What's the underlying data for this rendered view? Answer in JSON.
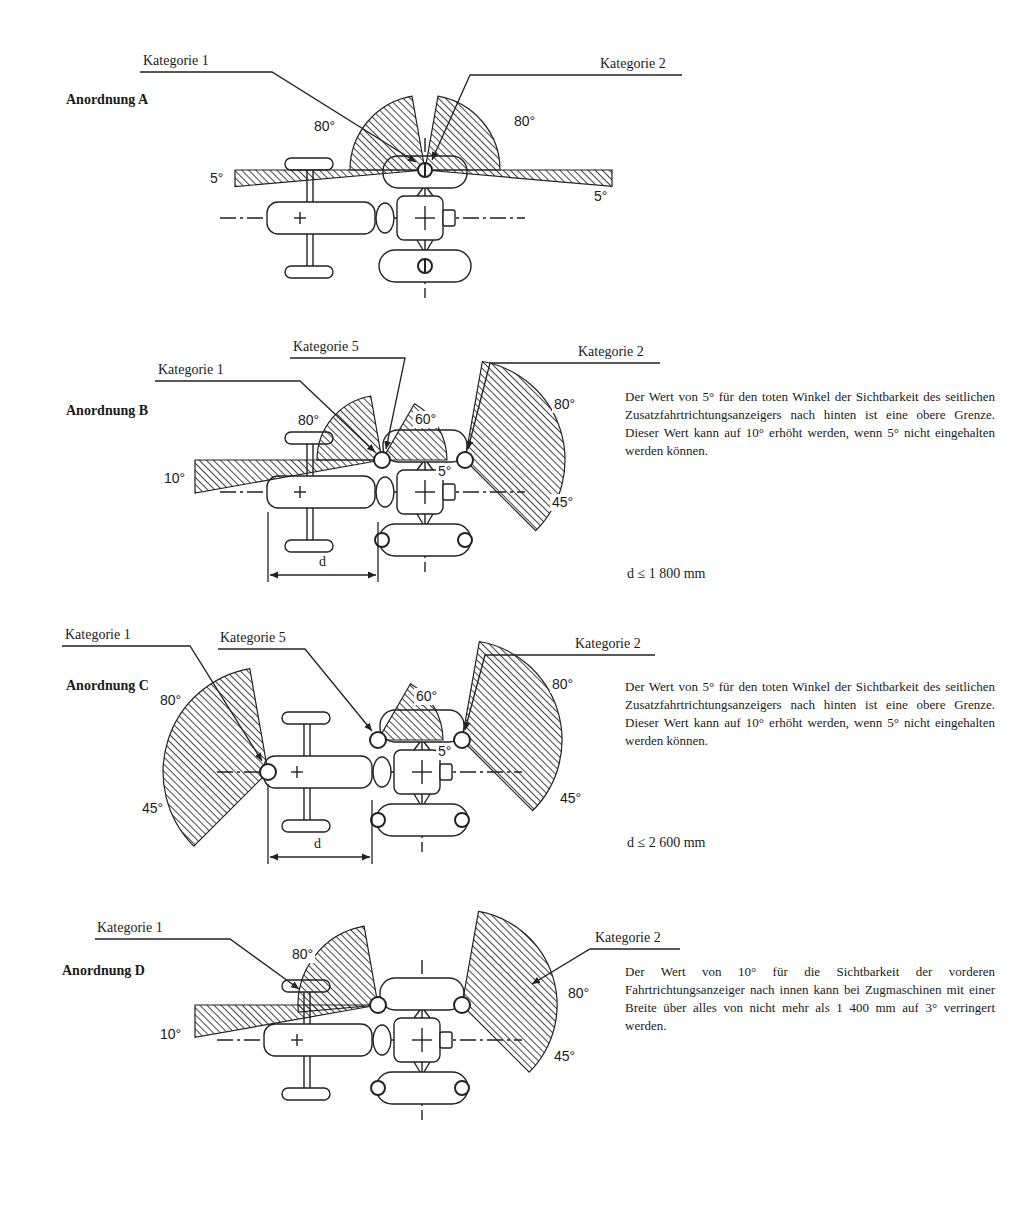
{
  "diagram": {
    "labels": [
      "Anordnung A",
      "Kategorie 1",
      "Kategorie 2",
      "80°",
      "80°",
      "5°",
      "5°",
      "Anordnung B",
      "Kategorie 1",
      "Kategorie 5",
      "Kategorie 2",
      "80°",
      "60°",
      "80°",
      "10°",
      "5°",
      "45°",
      "d",
      "Der Wert von 5° für den toten Winkel der Sichtbarkeit des seitlichen Zusatzfahrtrichtungsanzeigers nach hinten ist eine obere Grenze. Dieser Wert kann auf 10° erhöht werden, wenn 5° nicht eingehalten werden können.",
      "d ≤ 1 800 mm",
      "Anordnung C",
      "Kategorie 1",
      "Kategorie 5",
      "Kategorie 2",
      "80°",
      "45°",
      "60°",
      "80°",
      "5°",
      "45°",
      "d",
      "Der Wert von 5° für den toten Winkel der Sichtbarkeit des seitlichen Zusatzfahrtrichtungsanzeigers nach hinten ist eine obere Grenze. Dieser Wert kann auf 10° erhöht werden, wenn 5° nicht eingehalten werden können.",
      "d ≤ 2 600 mm",
      "Anordnung D",
      "Kategorie 1",
      "Kategorie 2",
      "80°",
      "80°",
      "10°",
      "45°",
      "Der Wert von 10° für die Sichtbarkeit der vorderen Fahrtrichtungsanzeiger nach innen kann bei Zugmaschinen mit einer Breite über alles von nicht mehr als 1 400 mm auf 3° verringert werden."
    ]
  }
}
